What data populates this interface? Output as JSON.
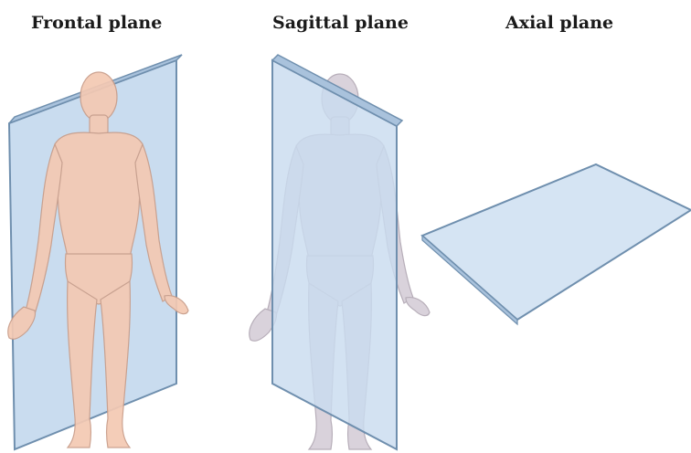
{
  "panels": [
    {
      "label": "Frontal plane",
      "plane": "frontal"
    },
    {
      "label": "Sagittal plane",
      "plane": "sagittal"
    },
    {
      "label": "Axial plane",
      "plane": "axial"
    }
  ],
  "colors": {
    "plane_fill": "#c9dcef",
    "plane_edge": "#6f8fae",
    "skin": "#f4c9b3",
    "skin_outline": "#c89c88",
    "skin_behind": "#d9d2db"
  }
}
